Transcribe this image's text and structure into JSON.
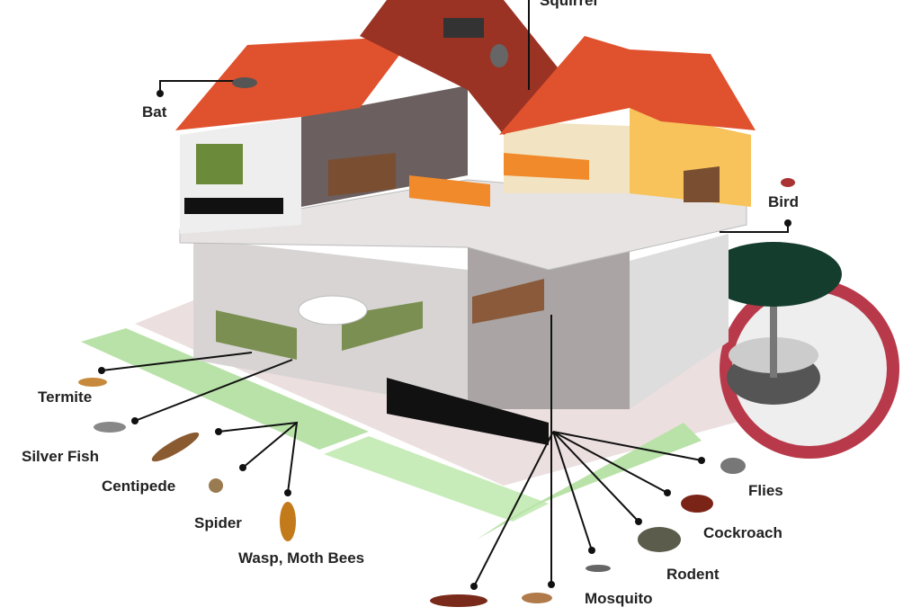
{
  "title": "Household pests diagram",
  "labels": {
    "squirrel": "Squirrel",
    "bat": "Bat",
    "bird": "Bird",
    "termite": "Termite",
    "silver_fish": "Silver Fish",
    "centipede": "Centipede",
    "spider": "Spider",
    "wasp": "Wasp, Moth Bees",
    "flies": "Flies",
    "cockroach": "Cockroach",
    "rodent": "Rodent",
    "mosquito": "Mosquito"
  },
  "colors": {
    "roof": "#e0512e",
    "roof_dark": "#9a3324",
    "lawn": "#b9e2a8",
    "wall_yellow": "#f7c35a",
    "floor": "#e7e3e3"
  }
}
